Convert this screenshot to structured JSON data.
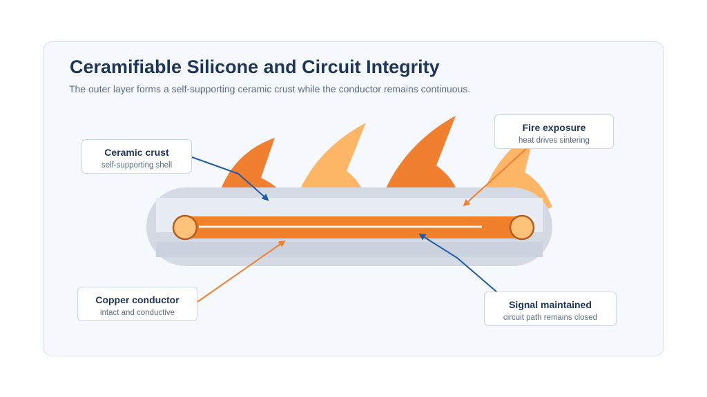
{
  "header": {
    "title": "Ceramifiable Silicone and Circuit Integrity",
    "subtitle": "The outer layer forms a self-supporting ceramic crust while the conductor remains continuous."
  },
  "callouts": {
    "ceramic_crust": {
      "title": "Ceramic crust",
      "sub": "self-supporting shell"
    },
    "fire_exposure": {
      "title": "Fire exposure",
      "sub": "heat drives sintering"
    },
    "copper_conductor": {
      "title": "Copper conductor",
      "sub": "intact and conductive"
    },
    "signal_maintained": {
      "title": "Signal maintained",
      "sub": "circuit path remains closed"
    }
  },
  "colors": {
    "title": "#1d3557",
    "flame_dark": "#f08030",
    "flame_light": "#fdb566",
    "crust": "#d3dae3",
    "crust_inner": "#e8edf4",
    "conductor": "#f0802a",
    "terminal": "#fcc27a",
    "blue_leader": "#1f5aa6",
    "orange_leader": "#f08030"
  }
}
